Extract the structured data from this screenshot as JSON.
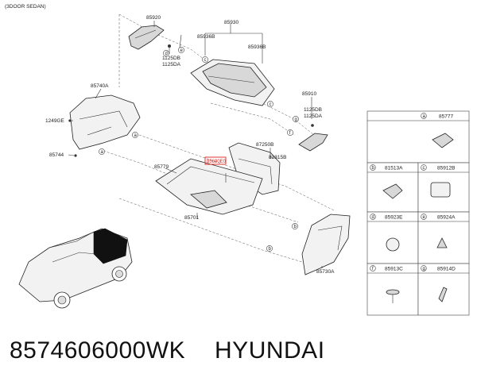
{
  "header": {
    "variant": "(3DOOR SEDAN)"
  },
  "callouts": {
    "c85920": "85920",
    "c85930": "85930",
    "c85936B_left": "85936B",
    "c85936B_right": "85936B",
    "c1125DB_top": "1125DB",
    "c1125DA_top": "1125DA",
    "c85740A": "85740A",
    "c1249GE": "1249GE",
    "c85744": "85744",
    "c85910": "85910",
    "c1125DB_right": "1125DB",
    "c1125DA_right": "1125DA",
    "c87250B": "87250B",
    "c82315B": "82315B",
    "c85779": "85779",
    "c85701": "85701",
    "c85730A": "85730A",
    "c_highlight": "85690E0"
  },
  "markers": {
    "a": "a",
    "b": "b",
    "c": "c",
    "d": "d",
    "e": "e",
    "f": "f",
    "g": "g"
  },
  "legend": [
    {
      "letter": "a",
      "code": "85777"
    },
    {
      "letter": "b",
      "code": "81513A"
    },
    {
      "letter": "c",
      "code": "85912B"
    },
    {
      "letter": "d",
      "code": "85923E"
    },
    {
      "letter": "e",
      "code": "85924A"
    },
    {
      "letter": "f",
      "code": "85913C"
    },
    {
      "letter": "g",
      "code": "85914D"
    }
  ],
  "footer": {
    "part_number": "8574606000WK",
    "brand": "HYUNDAI"
  },
  "colors": {
    "highlight": "#e0231c",
    "line": "#333333"
  }
}
